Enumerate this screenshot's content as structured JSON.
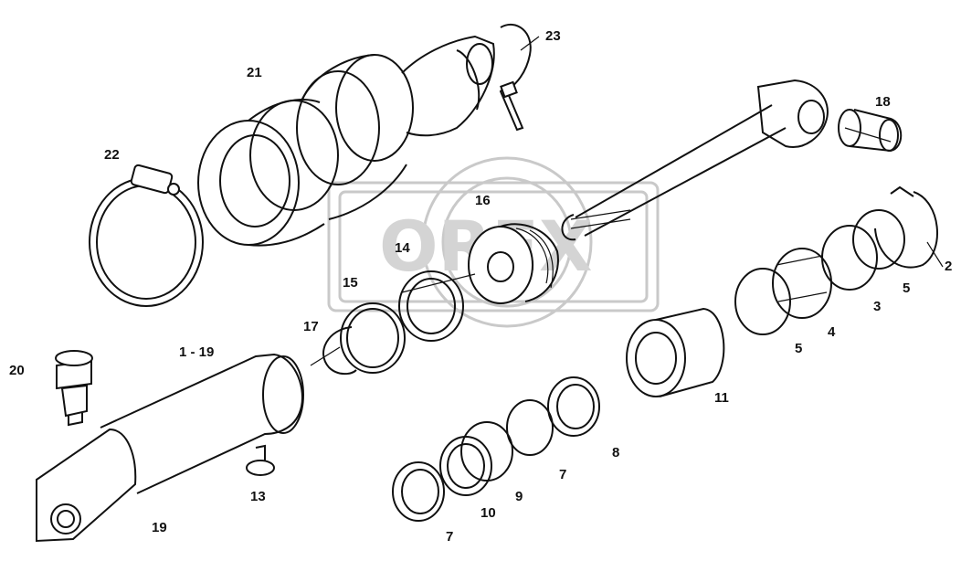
{
  "watermark": {
    "text": "OREX"
  },
  "callouts": [
    {
      "id": "c1",
      "text": "1 - 19"
    },
    {
      "id": "c2",
      "text": "2"
    },
    {
      "id": "c3",
      "text": "3"
    },
    {
      "id": "c4",
      "text": "4"
    },
    {
      "id": "c5a",
      "text": "5"
    },
    {
      "id": "c5b",
      "text": "5"
    },
    {
      "id": "c7a",
      "text": "7"
    },
    {
      "id": "c7b",
      "text": "7"
    },
    {
      "id": "c8",
      "text": "8"
    },
    {
      "id": "c9",
      "text": "9"
    },
    {
      "id": "c10",
      "text": "10"
    },
    {
      "id": "c11",
      "text": "11"
    },
    {
      "id": "c13",
      "text": "13"
    },
    {
      "id": "c14",
      "text": "14"
    },
    {
      "id": "c15",
      "text": "15"
    },
    {
      "id": "c16",
      "text": "16"
    },
    {
      "id": "c17",
      "text": "17"
    },
    {
      "id": "c18",
      "text": "18"
    },
    {
      "id": "c19",
      "text": "19"
    },
    {
      "id": "c20",
      "text": "20"
    },
    {
      "id": "c21",
      "text": "21"
    },
    {
      "id": "c22",
      "text": "22"
    },
    {
      "id": "c23",
      "text": "23"
    }
  ]
}
